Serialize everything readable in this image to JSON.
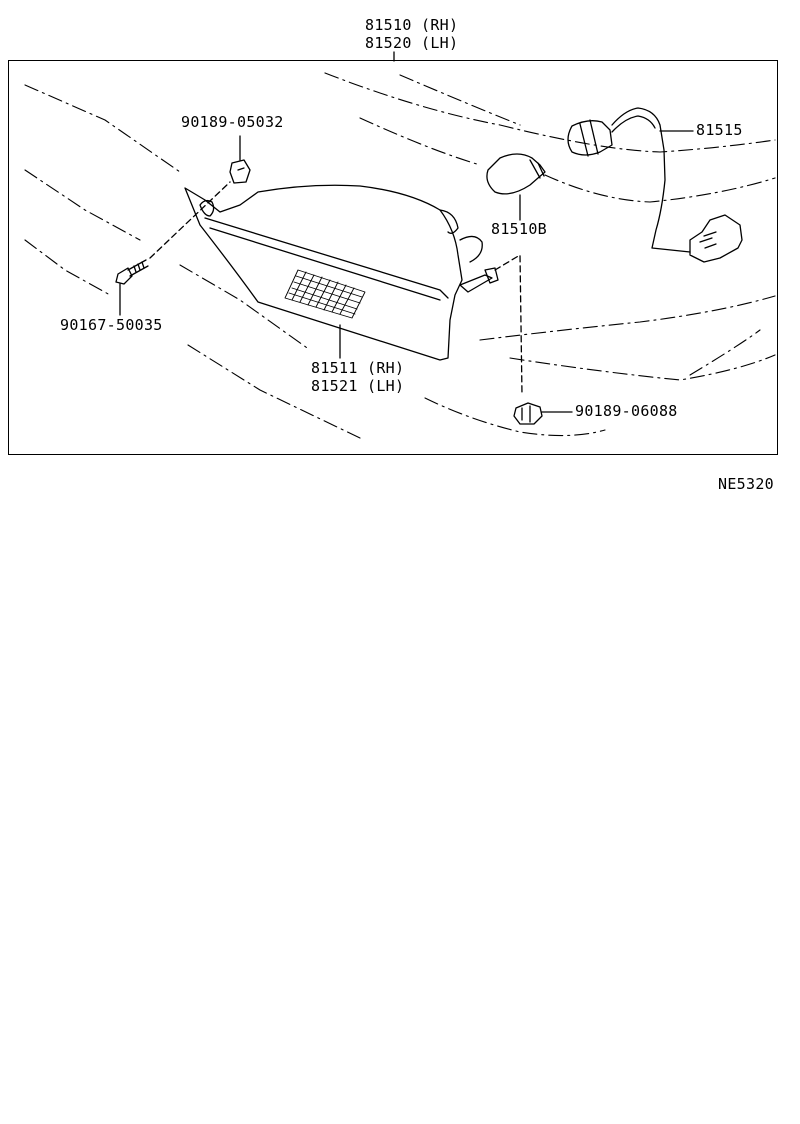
{
  "labels": {
    "assembly_rh": "81510 (RH)",
    "assembly_lh": "81520 (LH)",
    "screw_top": "90189-05032",
    "bulb_socket": "81515",
    "bulb": "81510B",
    "bolt": "90167-50035",
    "lens_rh": "81511 (RH)",
    "lens_lh": "81521 (LH)",
    "nut_bottom": "90189-06088",
    "diagram_code": "NE5320"
  }
}
